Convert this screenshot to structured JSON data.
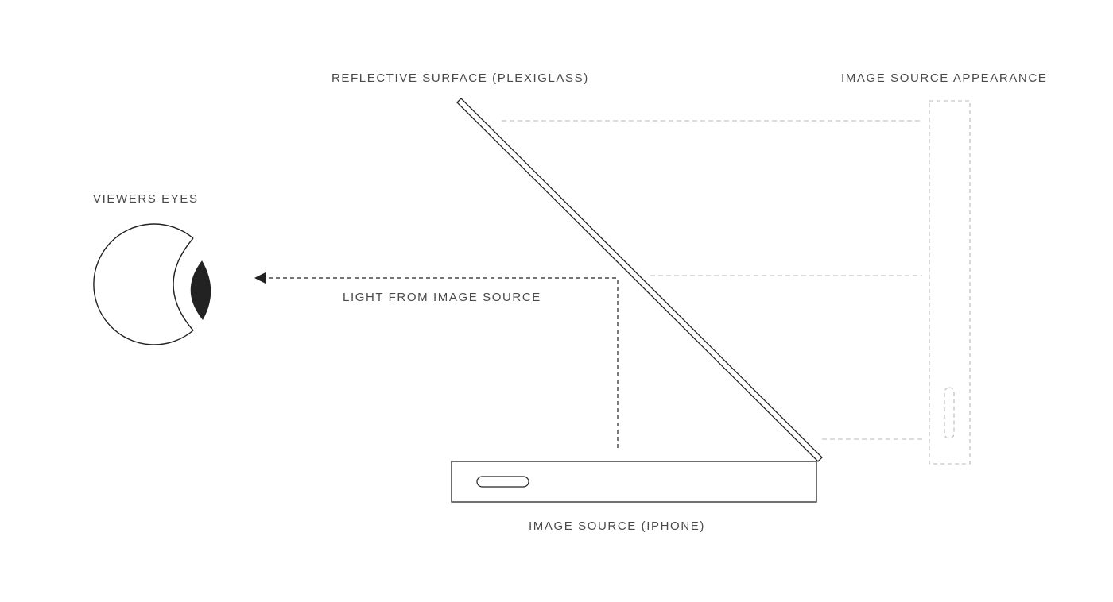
{
  "labels": {
    "reflective_surface": "REFLECTIVE SURFACE (PLEXIGLASS)",
    "image_source_appearance": "IMAGE SOURCE APPEARANCE",
    "viewers_eyes": "VIEWERS EYES",
    "light_from_image_source": "LIGHT FROM IMAGE SOURCE",
    "image_source": "IMAGE SOURCE (IPHONE)"
  },
  "colors": {
    "stroke": "#222222",
    "text": "#4a4a4a",
    "dashed_guide": "#b8b8b8",
    "pupil": "#222222"
  }
}
